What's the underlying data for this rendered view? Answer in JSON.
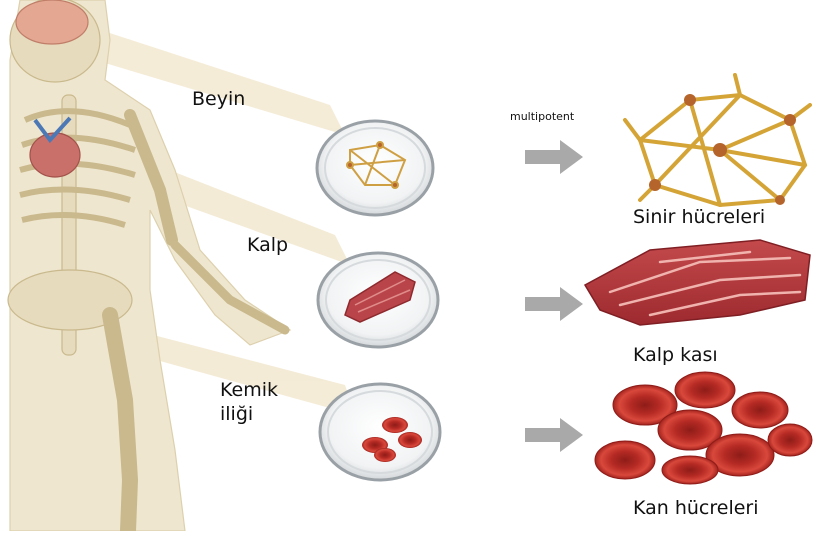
{
  "labels": {
    "brain": "Beyin",
    "heart": "Kalp",
    "marrow_line1": "Kemik",
    "marrow_line2": "iliği",
    "potency": "multipotent",
    "nerve_cells": "Sinir hücreleri",
    "heart_muscle": "Kalp kası",
    "blood_cells": "Kan hücreleri"
  },
  "colors": {
    "bone": "#e7dcc0",
    "bone_shadow": "#c8b98f",
    "projection": "#e9d9b3",
    "neuron": "#d4a437",
    "neuron_body": "#b5652c",
    "muscle": "#b2383c",
    "blood": "#c0302b",
    "arrow": "#a6a6a6",
    "brain": "#d99a86"
  }
}
